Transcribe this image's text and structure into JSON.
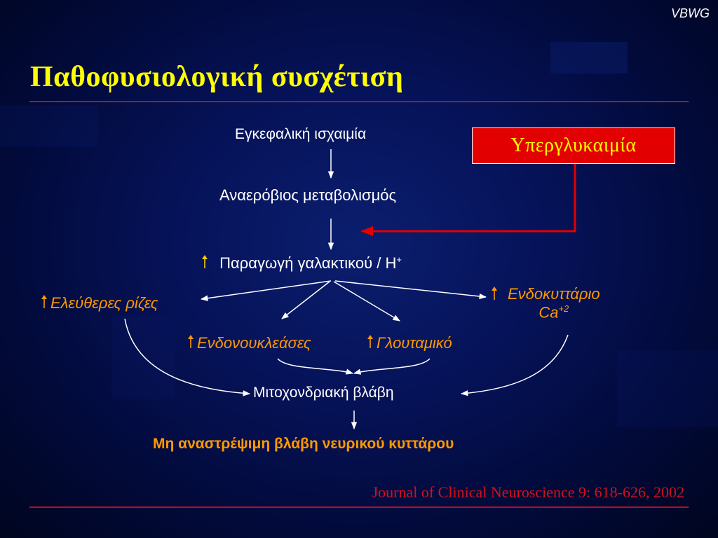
{
  "header": {
    "logo": "VBWG"
  },
  "title": "Παθοφυσιολογική συσχέτιση",
  "nodes": {
    "ischemia": "Εγκεφαλική ισχαιμία",
    "anaerobic": "Αναερόβιος μεταβολισμός",
    "lactate": "Παραγωγή γαλακτικού / Η",
    "lactate_sup": "+",
    "free_radicals": "Ελεύθερες ρίζες",
    "endonucleases": "Ενδονουκλεάσες",
    "glutamate": "Γλουταμικό",
    "intracellular_line1": "Ενδοκυττάριο",
    "intracellular_line2": "Ca",
    "intracellular_sup": "+2",
    "mito": "Μιτοχονδριακή βλάβη",
    "final": "Μη αναστρέψιμη βλάβη νευρικού κυττάρου"
  },
  "hyperglycemia": "Υπεργλυκαιμία",
  "source": "Journal of Clinical Neuroscience 9: 618-626, 2002",
  "colors": {
    "title": "#ffff00",
    "accent_red": "#e30000",
    "rule": "#b0112a",
    "orange": "#ff9900"
  }
}
